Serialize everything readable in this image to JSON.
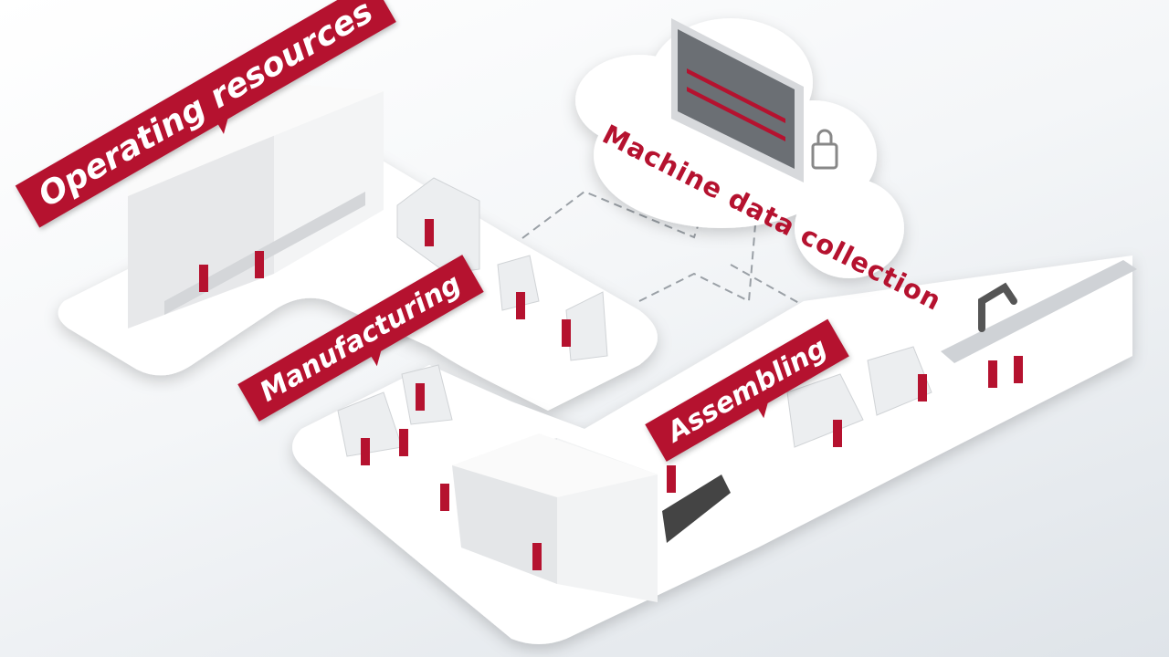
{
  "labels": {
    "operating_resources": "Operating resources",
    "manufacturing": "Manufacturing",
    "assembling": "Assembling",
    "machine_data_collection": "Machine data collection"
  },
  "colors": {
    "brand_red": "#b5122f",
    "platform": "#ffffff",
    "machine": "#e6e7e9"
  }
}
